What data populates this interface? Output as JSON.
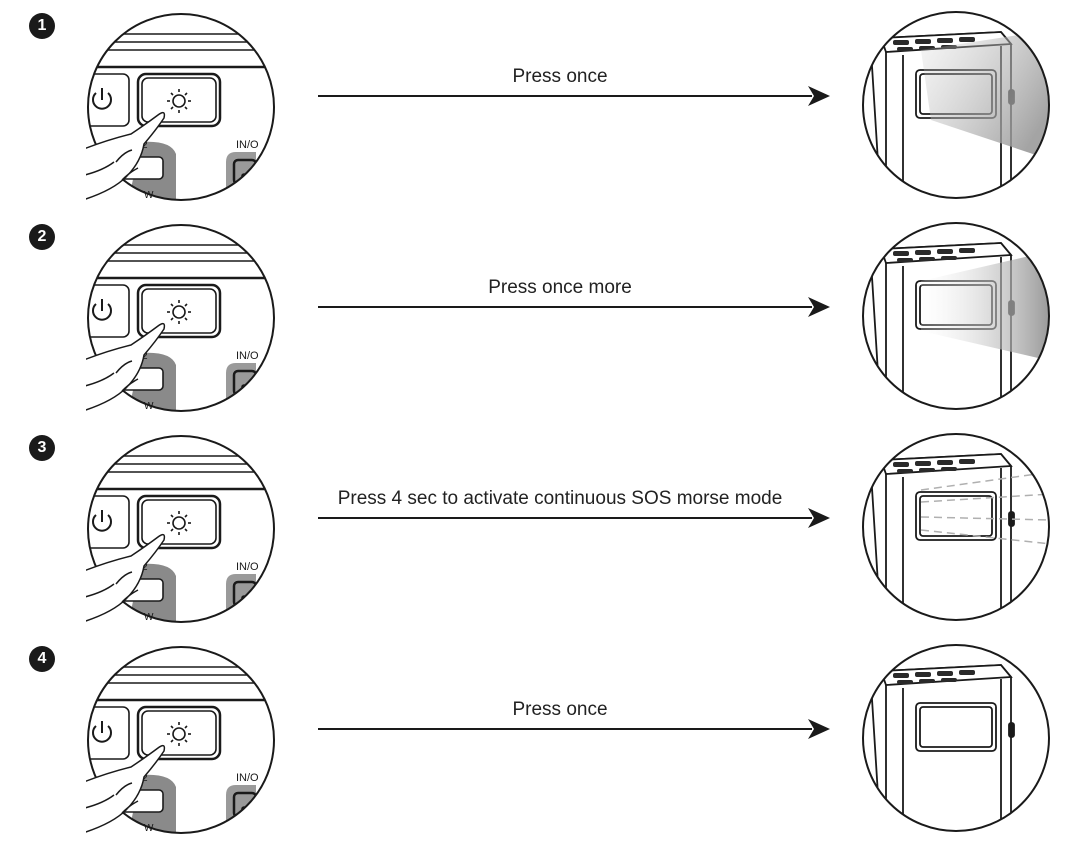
{
  "steps": [
    {
      "number": "1",
      "instruction": "Press once",
      "light_mode": "high-beam"
    },
    {
      "number": "2",
      "instruction": "Press once more",
      "light_mode": "low-beam"
    },
    {
      "number": "3",
      "instruction": "Press 4 sec to activate continuous SOS morse mode",
      "light_mode": "sos"
    },
    {
      "number": "4",
      "instruction": "Press once",
      "light_mode": "off"
    }
  ],
  "button_labels": {
    "usb_port": "IN/O",
    "partial": "2",
    "partial_w": "W"
  },
  "icons": [
    "power-icon",
    "sun-icon",
    "hand-icon",
    "arrow-right-icon"
  ],
  "colors": {
    "ink": "#1a1a1a",
    "grey_fill": "#8a8a8a"
  }
}
